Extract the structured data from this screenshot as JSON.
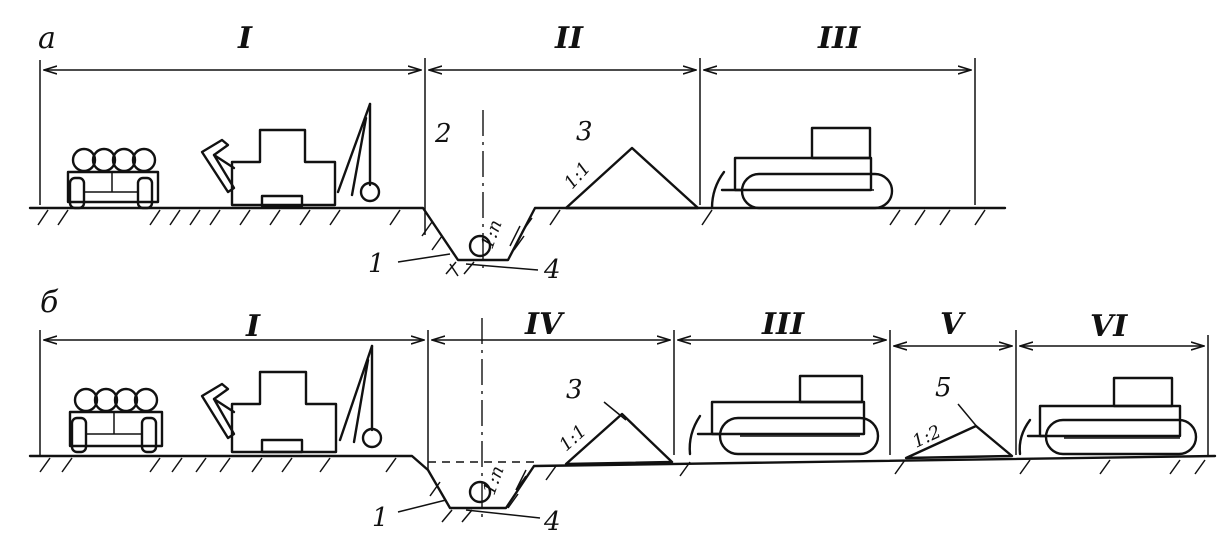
{
  "panels": [
    {
      "letter": "а",
      "zones": [
        "I",
        "II",
        "III"
      ],
      "callouts": {
        "axis": "2",
        "spoil": "3",
        "pipe": "1",
        "wall": "4"
      },
      "slopes": {
        "spoil": "1:1",
        "trench": "1:n"
      }
    },
    {
      "letter": "б",
      "zones": [
        "I",
        "IV",
        "III",
        "V",
        "VI"
      ],
      "callouts": {
        "spoil": "3",
        "spoil2": "5",
        "pipe": "1",
        "wall": "4"
      },
      "slopes": {
        "spoil": "1:1",
        "spoil2": "1:2",
        "trench": "1:n"
      }
    }
  ]
}
